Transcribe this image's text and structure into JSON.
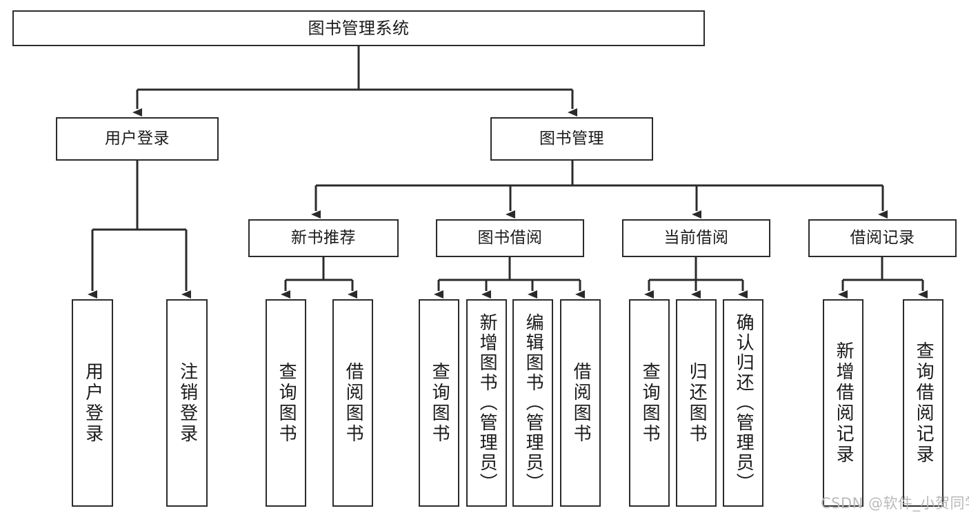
{
  "diagram": {
    "type": "tree-hierarchy",
    "title": "图书管理系统",
    "orientation": "top-down",
    "line_color": "#2b2b2b",
    "box_fill": "#ffffff",
    "text_color": "#1a1a1a"
  },
  "nodes": {
    "root": {
      "label": "图书管理系统",
      "level": 1
    },
    "user_login": {
      "label": "用户登录",
      "level": 2
    },
    "book_manage": {
      "label": "图书管理",
      "level": 2
    },
    "new_book_rec": {
      "label": "新书推荐",
      "level": 3
    },
    "book_borrow": {
      "label": "图书借阅",
      "level": 3
    },
    "current_borrow": {
      "label": "当前借阅",
      "level": 3
    },
    "borrow_record": {
      "label": "借阅记录",
      "level": 3
    },
    "leaf_user_login": {
      "label": "用户登录",
      "level": 3,
      "parent": "user_login"
    },
    "leaf_user_logout": {
      "label": "注销登录",
      "level": 3,
      "parent": "user_login"
    },
    "leaf_rec_query": {
      "label": "查询图书",
      "level": 4,
      "parent": "new_book_rec"
    },
    "leaf_rec_borrow": {
      "label": "借阅图书",
      "level": 4,
      "parent": "new_book_rec"
    },
    "leaf_borrow_query": {
      "label": "查询图书",
      "level": 4,
      "parent": "book_borrow"
    },
    "leaf_borrow_add": {
      "label": "新增图书（管理员）",
      "level": 4,
      "parent": "book_borrow"
    },
    "leaf_borrow_edit": {
      "label": "编辑图书（管理员）",
      "level": 4,
      "parent": "book_borrow"
    },
    "leaf_borrow_lend": {
      "label": "借阅图书",
      "level": 4,
      "parent": "book_borrow"
    },
    "leaf_cur_query": {
      "label": "查询图书",
      "level": 4,
      "parent": "current_borrow"
    },
    "leaf_cur_return": {
      "label": "归还图书",
      "level": 4,
      "parent": "current_borrow"
    },
    "leaf_cur_confirm": {
      "label": "确认归还（管理员）",
      "level": 4,
      "parent": "current_borrow"
    },
    "leaf_rec_add": {
      "label": "新增借阅记录",
      "level": 4,
      "parent": "borrow_record"
    },
    "leaf_rec_search": {
      "label": "查询借阅记录",
      "level": 4,
      "parent": "borrow_record"
    }
  },
  "watermark": {
    "text": "CSDN @软件_小贺同学"
  }
}
